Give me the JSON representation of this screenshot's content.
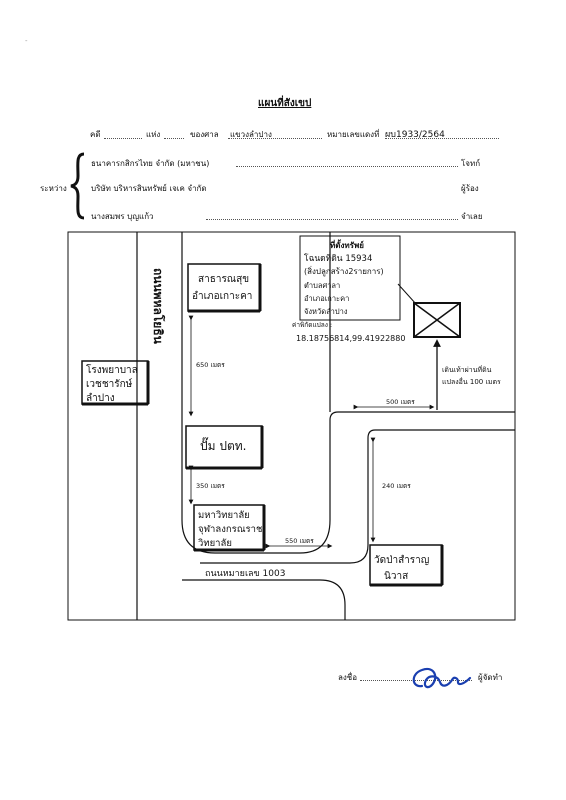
{
  "corner_mark": "-",
  "title": "แผนที่สังเขป",
  "case_line": {
    "case_label": "คดี",
    "of_label": "แห่ง",
    "court_label": "ของศาล",
    "court_name": "แขวงลำปาง",
    "number_label": "หมายเลขแดงที่",
    "number_value": "ผบ1933/2564"
  },
  "parties": {
    "between_label": "ระหว่าง",
    "plaintiff_name": "ธนาคารกสิกรไทย จำกัด (มหาชน)",
    "plaintiff_role": "โจทก์",
    "creditor_name": "บริษัท บริหารสินทรัพย์ เจเค จำกัด",
    "creditor_role": "ผู้ร้อง",
    "defendant_name": "นางสมพร บุญแก้ว",
    "defendant_role": "จำเลย"
  },
  "map": {
    "road_vertical_label": "ถนนพหลโยธิน",
    "road_bottom_label": "ถนนหมายเลข 1003",
    "health_office": [
      "สาธารณสุข",
      "อำเภอเกาะคา"
    ],
    "hospital": [
      "โรงพยาบาล",
      "เวชชารักษ์",
      "ลำปาง"
    ],
    "gas_station": "ปั๊ม ปตท.",
    "university": [
      "มหาวิทยาลัย",
      "จุฬาลงกรณราช",
      "วิทยาลัย"
    ],
    "temple": [
      "วัดป่าสำราญ",
      "นิวาส"
    ],
    "property_box": {
      "title": "ที่ตั้งทรัพย์",
      "deed": "โฉนดที่ดิน 15934",
      "buildings": "(สิ่งปลูกสร้าง2รายการ)",
      "subdistrict": "ตำบลศาลา",
      "district": "อำเภอเกาะคา",
      "province": "จังหวัดลำปาง"
    },
    "coord_label": "ค่าพิกัดแปลง :",
    "coord_value": "18.18756814,99.41922880",
    "walk_note": [
      "เดินเท้าผ่านที่ดิน",
      "แปลงอื่น 100 เมตร"
    ],
    "dist_650": "650 เมตร",
    "dist_350": "350 เมตร",
    "dist_550": "550 เมตร",
    "dist_240": "240 เมตร",
    "dist_500": "500 เมตร"
  },
  "signature": {
    "sign_label": "ลงชื่อ",
    "role": "ผู้จัดทำ"
  }
}
